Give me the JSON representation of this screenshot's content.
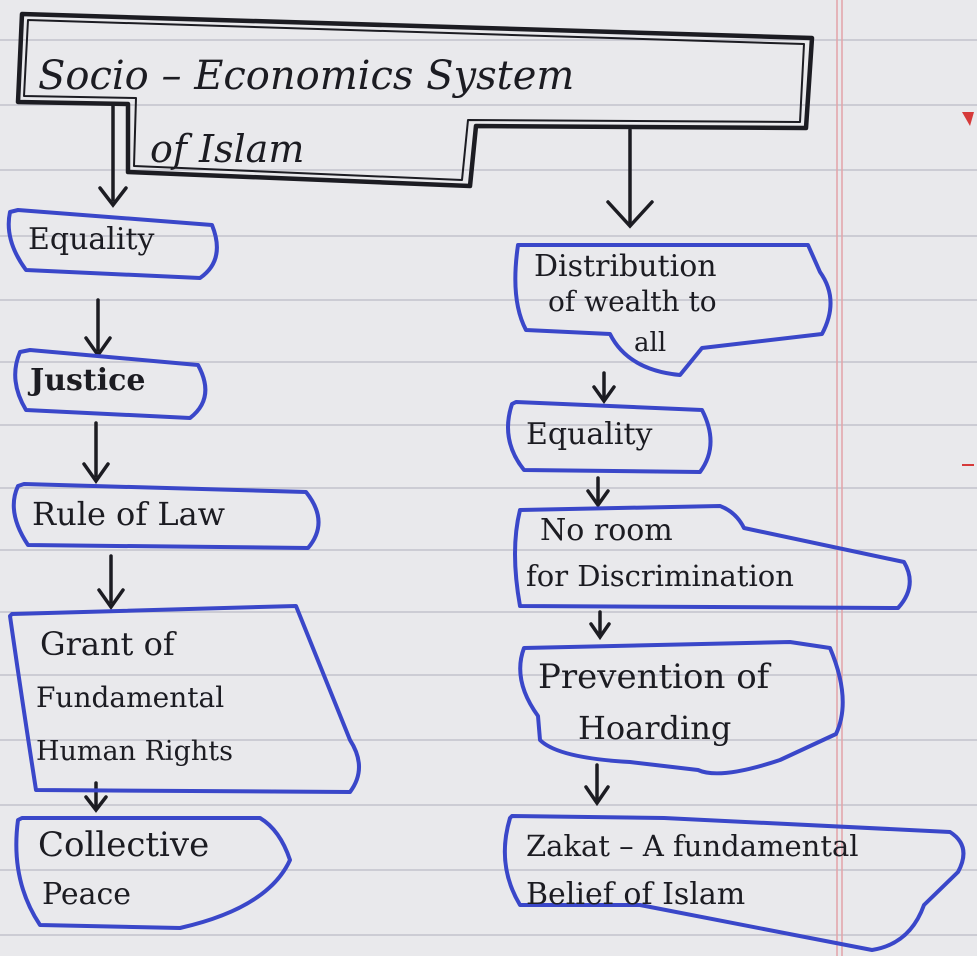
{
  "title": {
    "line1": "Socio  –  Economics System",
    "line2": "of  Islam"
  },
  "left_branch": [
    {
      "lines": [
        "Equality"
      ]
    },
    {
      "lines": [
        "Justice"
      ]
    },
    {
      "lines": [
        "Rule of Law"
      ]
    },
    {
      "lines": [
        "Grant of",
        "Fundamental",
        "Human Rights"
      ]
    },
    {
      "lines": [
        "Collective",
        "Peace"
      ]
    }
  ],
  "right_branch": [
    {
      "lines": [
        "Distribution",
        "of wealth to",
        "all"
      ]
    },
    {
      "lines": [
        "Equality"
      ]
    },
    {
      "lines": [
        "No room",
        "for Discrimination"
      ]
    },
    {
      "lines": [
        "Prevention of",
        "Hoarding"
      ]
    },
    {
      "lines": [
        "Zakat – A fundamental",
        "Belief of Islam"
      ]
    }
  ],
  "colors": {
    "paper": "#e9e9ec",
    "rule_line": "#c3c3cb",
    "margin_line": "#e2a3a8",
    "ink": "#1c1c22",
    "node_outline": "#3a47c9"
  }
}
